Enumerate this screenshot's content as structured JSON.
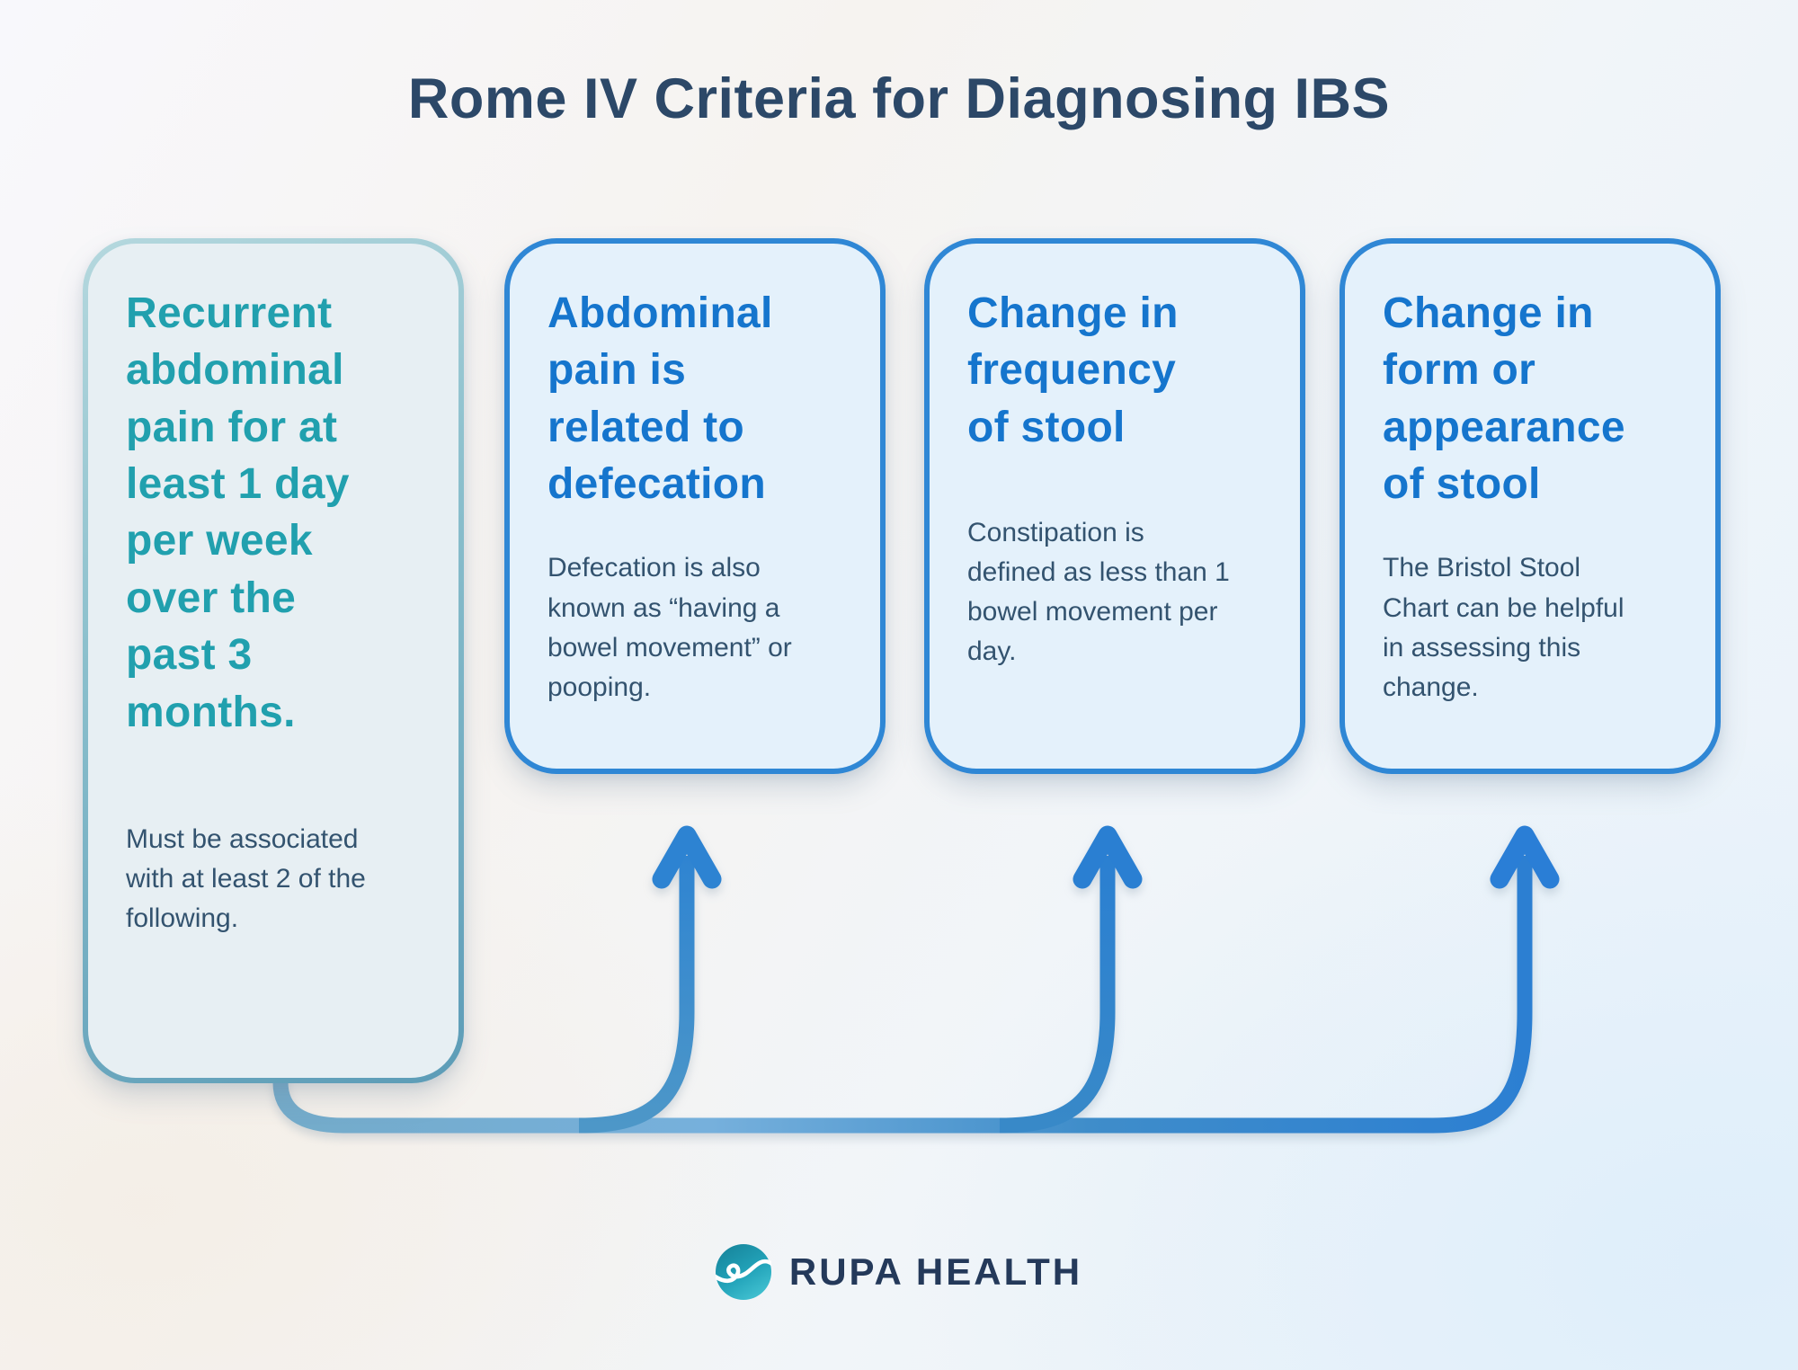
{
  "title": "Rome IV Criteria for Diagnosing IBS",
  "cards": [
    {
      "heading": "Recurrent\nabdominal\npain for at\nleast 1 day\nper week\nover the\npast 3\nmonths.",
      "body": "Must be associated\nwith at least 2 of the\nfollowing."
    },
    {
      "heading": "Abdominal\npain is\nrelated to\ndefecation",
      "body": "Defecation is also\nknown as “having a\nbowel movement” or\npooping."
    },
    {
      "heading": "Change in\nfrequency\nof stool",
      "body": "Constipation is\ndefined as less than 1\nbowel movement per\nday."
    },
    {
      "heading": "Change in\nform or\nappearance\nof stool",
      "body": "The Bristol Stool\nChart can be helpful\nin assessing this\nchange."
    }
  ],
  "footer": {
    "brand": "RUPA HEALTH"
  },
  "colors": {
    "title_navy": "#2c4868",
    "teal_heading": "#21a0ae",
    "blue_heading": "#1575cd",
    "body_text": "#33536f",
    "card1_border": "#5c9cb7",
    "card1_bg": "#e7eff3",
    "card_blue_border": "#2f87d5",
    "card_blue_bg": "#e4f1fb",
    "arrow_light": "#74abc9",
    "arrow_dark": "#2c7fd2",
    "logo_teal_dark": "#1b8fa4",
    "logo_teal_light": "#45c4d3"
  }
}
